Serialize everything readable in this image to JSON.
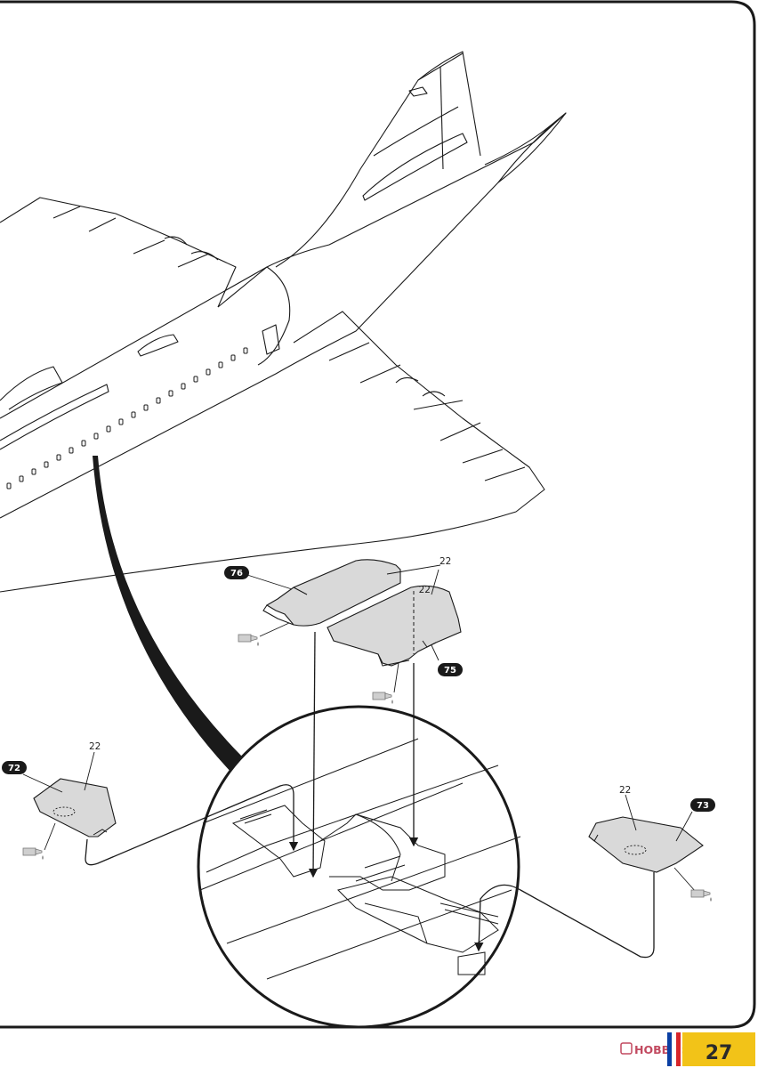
{
  "instructions": {
    "callouts": {
      "part_76": "76",
      "part_75": "75",
      "part_72": "72",
      "part_73": "73"
    },
    "sprue_refs": {
      "ref_76": "22",
      "ref_75": "22",
      "ref_72": "22",
      "ref_73": "22"
    },
    "icons": [
      "glue-tube-icon",
      "glue-tube-icon",
      "glue-tube-icon",
      "glue-tube-icon"
    ],
    "colors": {
      "line": "#1a1a1a",
      "part_fill": "#d9d9d9",
      "callout_bg": "#1a1a1a"
    }
  },
  "footer": {
    "watermark": "HOBBY SEARCH",
    "page_number": "27",
    "flag_colors": [
      "#0a3fa3",
      "#ffffff",
      "#d7262b"
    ],
    "badge_color": "#f2c318"
  }
}
